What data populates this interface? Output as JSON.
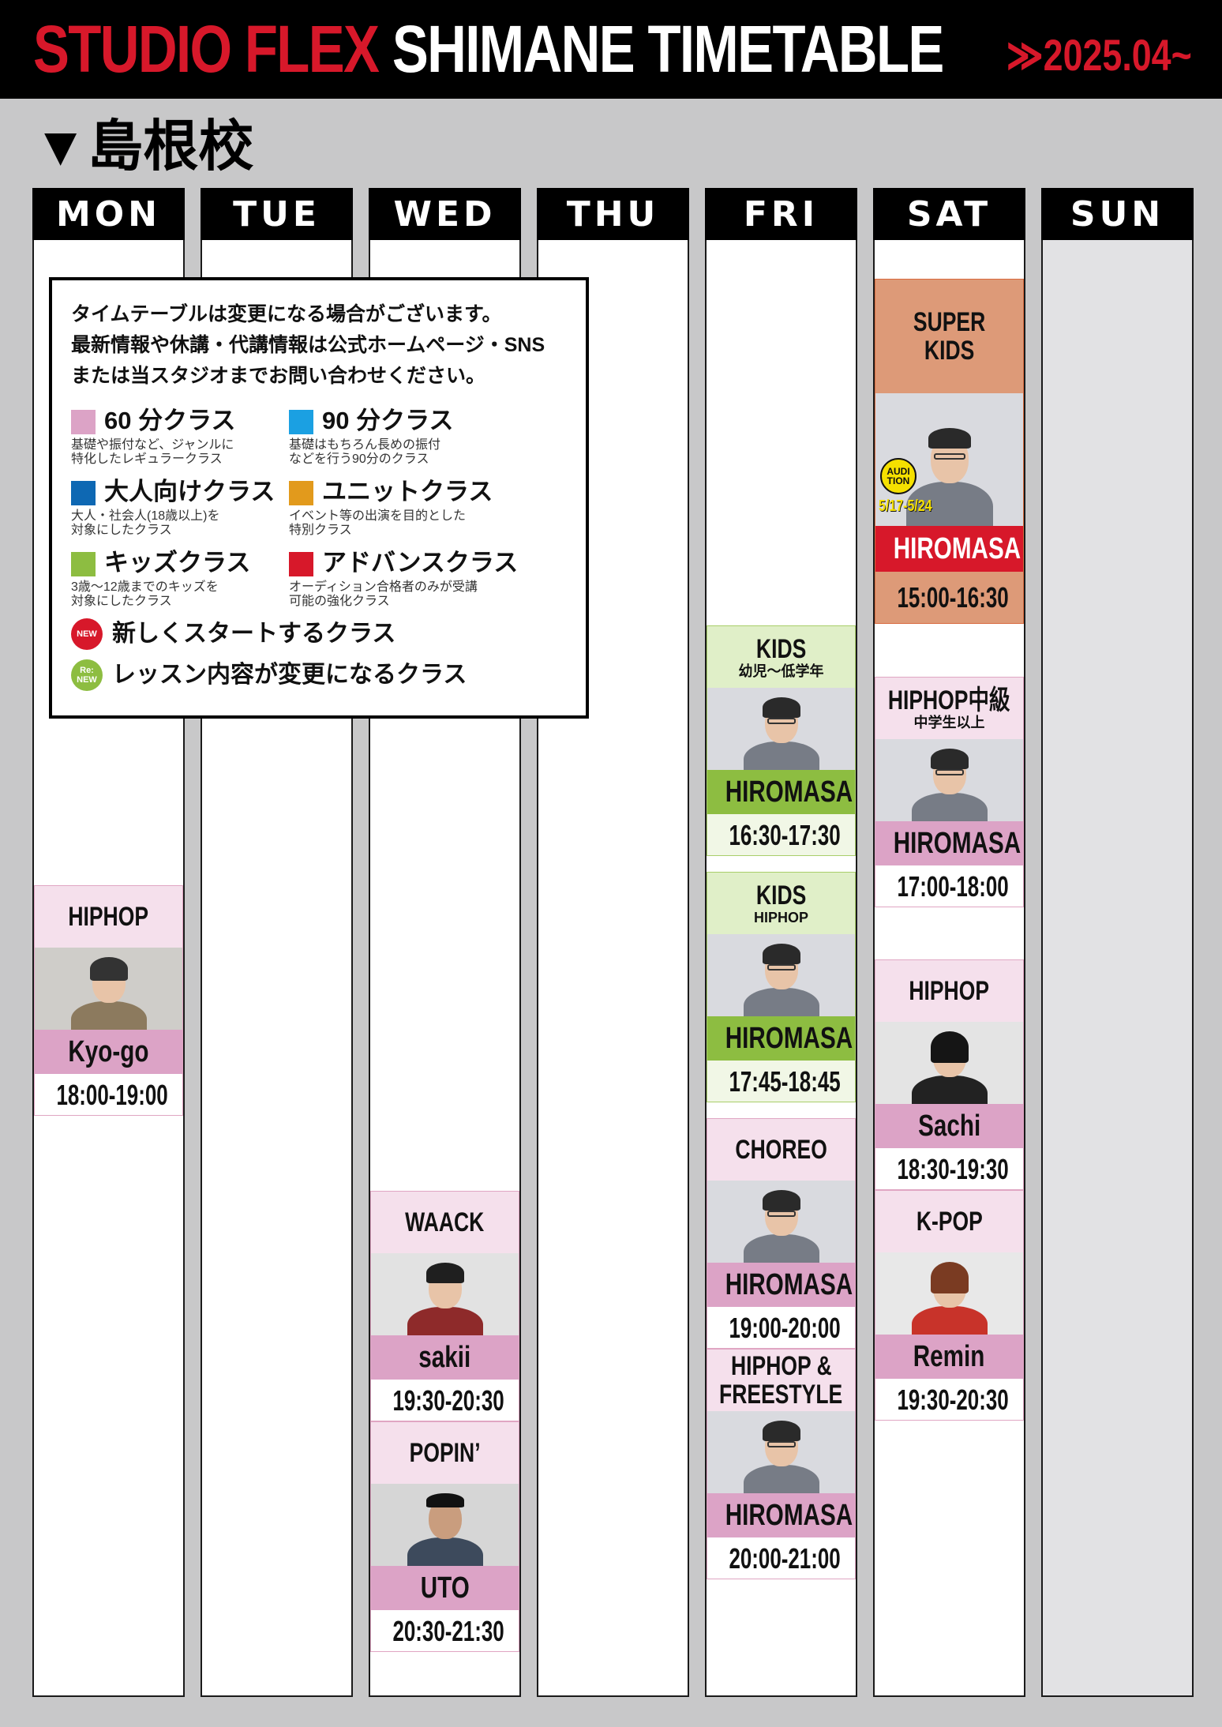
{
  "header": {
    "title_brand": "STUDIO FLEX",
    "title_rest": "SHIMANE TIMETABLE",
    "date": "≫2025.04~"
  },
  "school": "▼島根校",
  "days": [
    "MON",
    "TUE",
    "WED",
    "THU",
    "FRI",
    "SAT",
    "SUN"
  ],
  "notice": {
    "lines": [
      "タイムテーブルは変更になる場合がございます。",
      "最新情報や休講・代講情報は公式ホームページ・SNS",
      "または当スタジオまでお問い合わせください。"
    ],
    "legend": [
      {
        "title": "60 分クラス",
        "desc1": "基礎や振付など、ジャンルに",
        "desc2": "特化したレギュラークラス",
        "color": "#dca3c6"
      },
      {
        "title": "90 分クラス",
        "desc1": "基礎はもちろん長めの振付",
        "desc2": "などを行う90分のクラス",
        "color": "#1ba0e2"
      },
      {
        "title": "大人向けクラス",
        "desc1": "大人・社会人(18歳以上)を",
        "desc2": "対象にしたクラス",
        "color": "#0e68b3"
      },
      {
        "title": "ユニットクラス",
        "desc1": "イベント等の出演を目的とした",
        "desc2": "特別クラス",
        "color": "#e29a1c"
      },
      {
        "title": "キッズクラス",
        "desc1": "3歳～12歳までのキッズを",
        "desc2": "対象にしたクラス",
        "color": "#8dbd41"
      },
      {
        "title": "アドバンスクラス",
        "desc1": "オーディション合格者のみが受講",
        "desc2": "可能の強化クラス",
        "color": "#d7182a"
      }
    ],
    "badges": [
      {
        "icon": "NEW",
        "text": "新しくスタートするクラス",
        "color": "#d7182a"
      },
      {
        "icon": "Re: NEW",
        "text": "レッスン内容が変更になるクラス",
        "color": "#8dbd41"
      }
    ]
  },
  "classes": {
    "mon_hiphop": {
      "name": "HIPHOP",
      "sub": "",
      "instructor": "Kyo-go",
      "time": "18:00-19:00"
    },
    "wed_waack": {
      "name": "WAACK",
      "sub": "",
      "instructor": "sakii",
      "time": "19:30-20:30"
    },
    "wed_popin": {
      "name": "POPIN’",
      "sub": "",
      "instructor": "UTO",
      "time": "20:30-21:30"
    },
    "fri_kids1": {
      "name": "KIDS",
      "sub": "幼児～低学年",
      "instructor": "HIROMASA",
      "time": "16:30-17:30"
    },
    "fri_kids2": {
      "name": "KIDS",
      "sub": "HIPHOP",
      "instructor": "HIROMASA",
      "time": "17:45-18:45"
    },
    "fri_choreo": {
      "name": "CHOREO",
      "sub": "",
      "instructor": "HIROMASA",
      "time": "19:00-20:00"
    },
    "fri_freestyle": {
      "name": "HIPHOP &",
      "name2": "FREESTYLE",
      "instructor": "HIROMASA",
      "time": "20:00-21:00"
    },
    "sat_superkids": {
      "name": "SUPER",
      "name2": "KIDS",
      "instructor": "HIROMASA",
      "time": "15:00-16:30",
      "audition": "AUDI TION",
      "audition_date": "5/17-5/24"
    },
    "sat_hiphop_mid": {
      "name": "HIPHOP中級",
      "sub": "中学生以上",
      "instructor": "HIROMASA",
      "time": "17:00-18:00"
    },
    "sat_hiphop": {
      "name": "HIPHOP",
      "sub": "",
      "instructor": "Sachi",
      "time": "18:30-19:30"
    },
    "sat_kpop": {
      "name": "K-POP",
      "sub": "",
      "instructor": "Remin",
      "time": "19:30-20:30"
    }
  },
  "colors": {
    "brand_red": "#d7182a",
    "class_60_pink": "#dca3c6",
    "kids_green": "#8dbd41",
    "advance_orange": "#dd9a78"
  }
}
